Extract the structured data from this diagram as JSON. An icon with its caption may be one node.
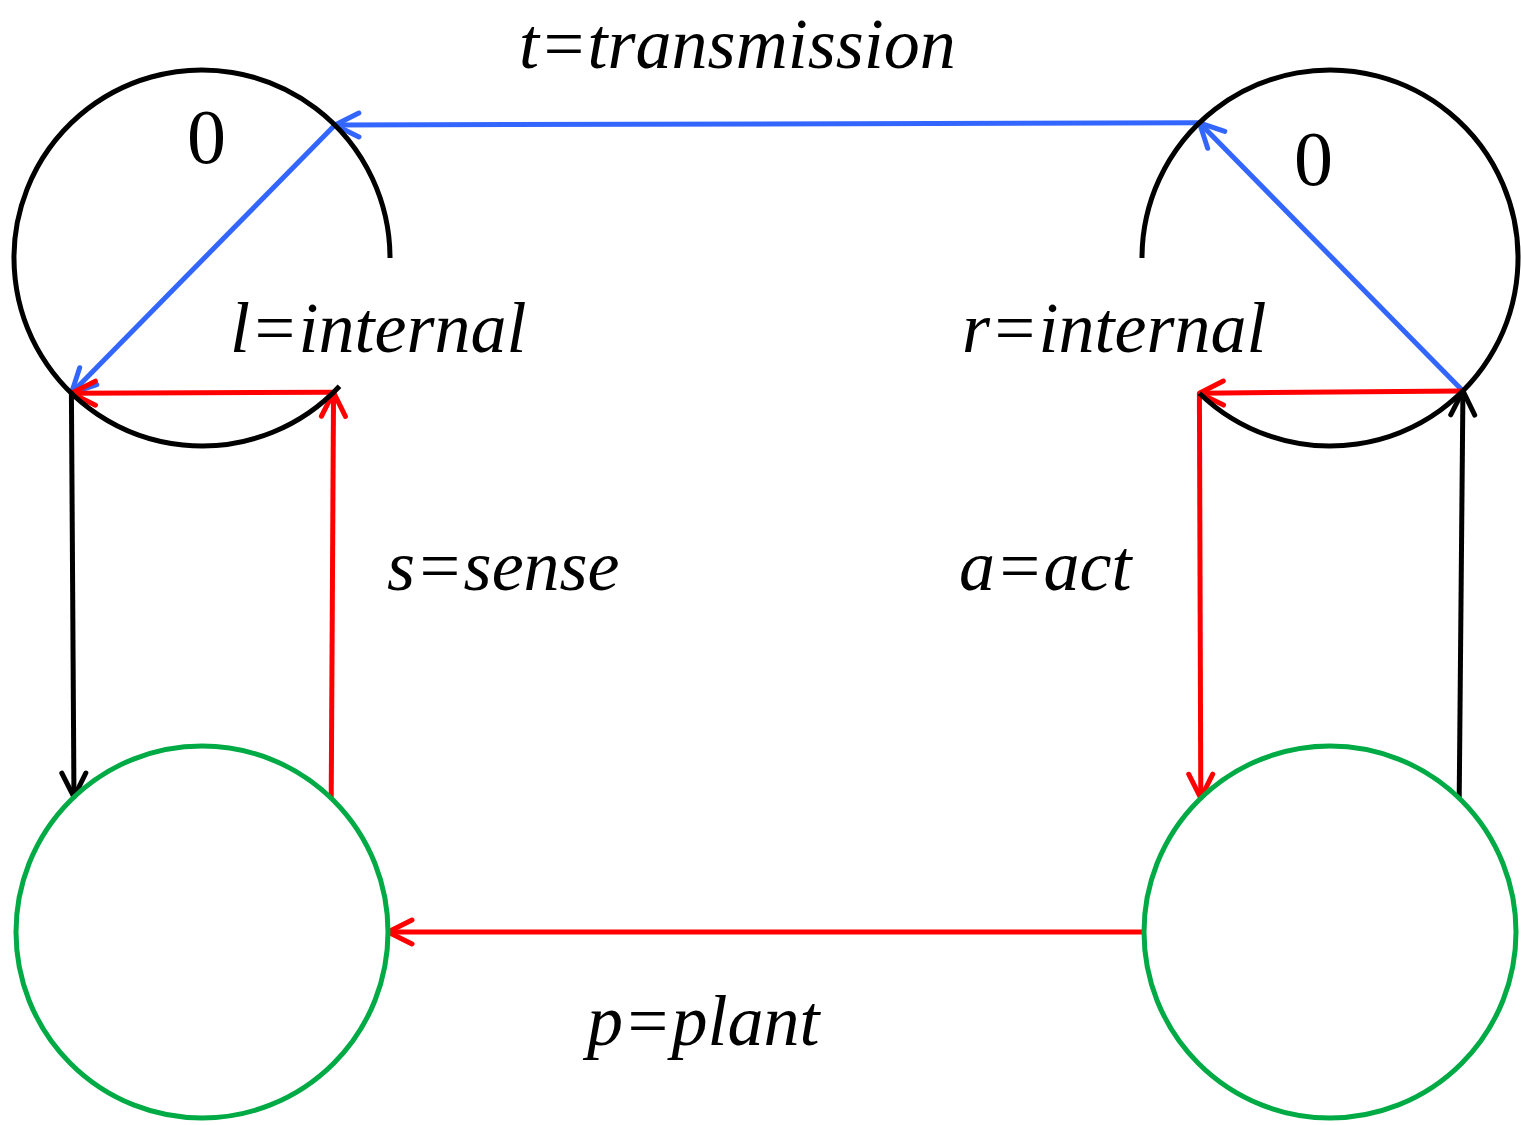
{
  "diagram": {
    "nodes": [
      {
        "text": [
          "0"
        ]
      },
      {
        "text": [
          "0"
        ]
      },
      {
        "text": [],
        "shape": "circle"
      },
      {
        "text": [],
        "shape": "circle"
      }
    ],
    "edges": [
      {
        "from": 1,
        "to": 1,
        "arrow": "to",
        "color": "#3366ff"
      },
      {
        "from": 1,
        "to": 0,
        "arrow": "to",
        "color": "#3366ff",
        "label": "t=transmission"
      },
      {
        "from": 0,
        "to": 0,
        "arrow": "to",
        "color": "#3366ff"
      },
      {
        "from": 1,
        "to": 1,
        "arrow": "to"
      },
      {
        "from": 1,
        "to": 3,
        "arrow": "to",
        "label": "a=act"
      },
      {
        "from": 3,
        "to": 2,
        "arrow": "to",
        "label": "p=plant"
      },
      {
        "from": 2,
        "to": 0,
        "arrow": "to",
        "label": "s=sense"
      },
      {
        "from": 0,
        "to": 0,
        "arrow": "to"
      },
      {
        "from": 0,
        "to": 2,
        "arrow": "to",
        "color": "#000000"
      },
      {
        "from": 3,
        "to": 1,
        "arrow": "to",
        "color": "#000000"
      }
    ],
    "labels": [
      "l=internal",
      "r=internal"
    ]
  }
}
